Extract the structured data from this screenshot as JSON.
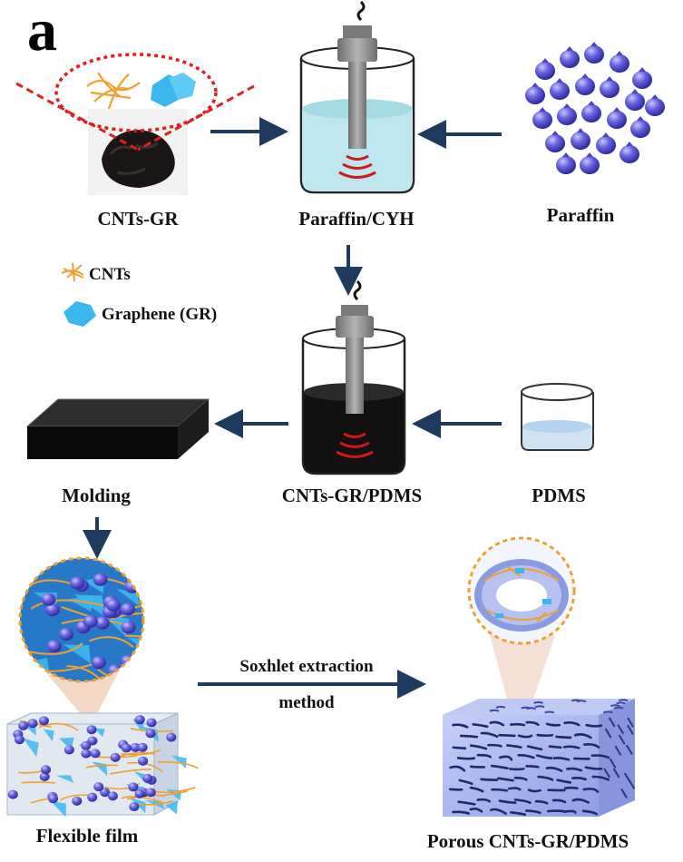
{
  "panel_label": "a",
  "labels": {
    "cnts_gr": "CNTs-GR",
    "paraffin_cyh": "Paraffin/CYH",
    "paraffin": "Paraffin",
    "molding": "Molding",
    "cnts_gr_pdms": "CNTs-GR/PDMS",
    "pdms": "PDMS",
    "flexible_film": "Flexible film",
    "porous": "Porous CNTs-GR/PDMS"
  },
  "legend": {
    "cnts": "CNTs",
    "graphene": "Graphene (GR)"
  },
  "process_arrow": {
    "line1": "Soxhlet extraction",
    "line2": "method"
  },
  "colors": {
    "arrow": "#1f3a5f",
    "cnt_orange": "#f0a030",
    "graphene_blue": "#3ab8ee",
    "paraffin_bead": "#5b55d6",
    "solution": "#bfe6ee",
    "pdms_liquid": "#cfe3f5",
    "dotted_red": "#e02020",
    "porous_blue": "#a9b6ee"
  },
  "icons": [
    "cnt-powder-icon",
    "sonicator-beaker-icon",
    "paraffin-beads-icon",
    "mold-block-icon",
    "pdms-beaker-icon",
    "magnified-circle-icon",
    "porous-block-icon"
  ]
}
